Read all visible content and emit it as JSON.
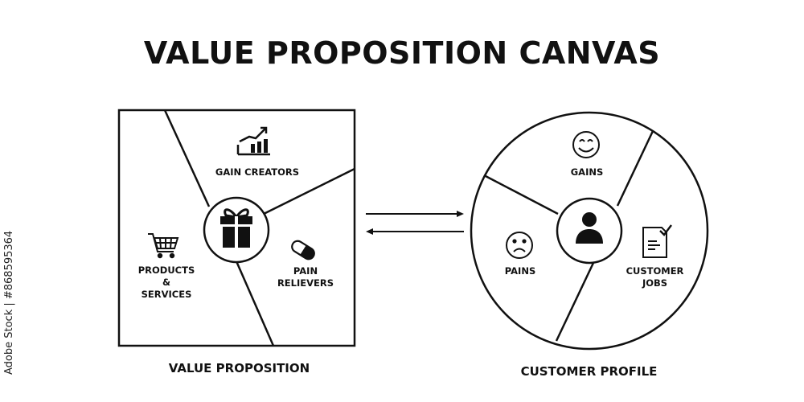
{
  "title": "VALUE PROPOSITION CANVAS",
  "value_proposition": {
    "caption": "VALUE PROPOSITION",
    "segments": {
      "gain_creators": {
        "label": "GAIN CREATORS",
        "icon": "bar-chart-growth-icon"
      },
      "products_services": {
        "line1": "PRODUCTS",
        "line2": "&",
        "line3": "SERVICES",
        "icon": "shopping-cart-icon"
      },
      "pain_relievers": {
        "line1": "PAIN",
        "line2": "RELIEVERS",
        "icon": "pill-icon"
      }
    },
    "center_icon": "gift-icon"
  },
  "customer_profile": {
    "caption": "CUSTOMER PROFILE",
    "segments": {
      "gains": {
        "label": "GAINS",
        "icon": "smiling-face-icon"
      },
      "pains": {
        "label": "PAINS",
        "icon": "frowning-face-icon"
      },
      "customer_jobs": {
        "line1": "CUSTOMER",
        "line2": "JOBS",
        "icon": "checked-document-icon"
      }
    },
    "center_icon": "person-icon"
  },
  "connector": {
    "icon": "two-way-arrows-icon"
  },
  "watermark": "Adobe Stock | #868595364"
}
